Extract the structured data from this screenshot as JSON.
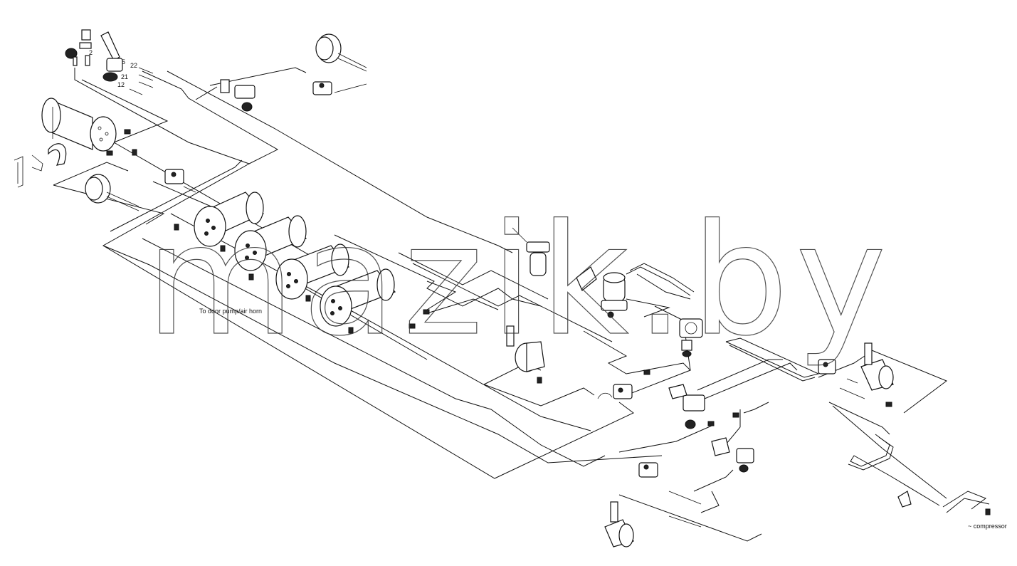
{
  "labels": {
    "pump_note": "To door pump/air horn",
    "port_22": "22",
    "port_21": "21",
    "port_12": "12",
    "port_2": "2",
    "port_5": "5",
    "corner_note": "~ compressor"
  },
  "watermark": "mazik.by",
  "colors": {
    "line": "#111111",
    "background": "#ffffff"
  }
}
